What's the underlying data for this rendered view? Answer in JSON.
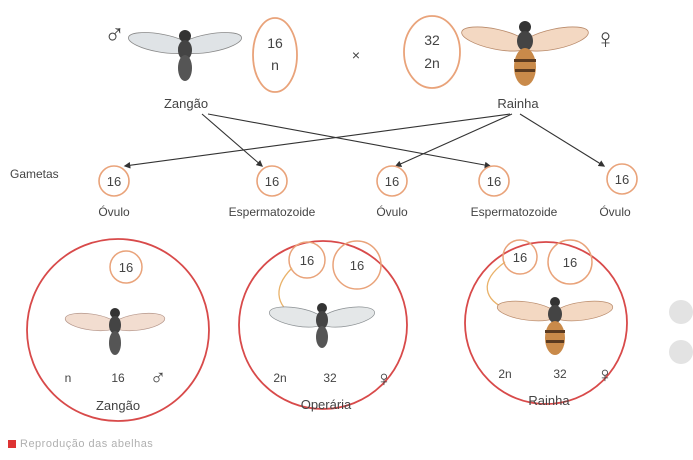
{
  "symbols": {
    "male": "♂",
    "female": "♀",
    "cross": "×"
  },
  "parents": {
    "drone": {
      "chromosomes": "16",
      "ploidy": "n",
      "label": "Zangão"
    },
    "queen": {
      "chromosomes": "32",
      "ploidy": "2n",
      "label": "Rainha"
    }
  },
  "gametes": {
    "row_label": "Gametas",
    "items": [
      {
        "chromosomes": "16",
        "label": "Óvulo"
      },
      {
        "chromosomes": "16",
        "label": "Espermatozoide"
      },
      {
        "chromosomes": "16",
        "label": "Óvulo"
      },
      {
        "chromosomes": "16",
        "label": "Espermatozoide"
      },
      {
        "chromosomes": "16",
        "label": "Óvulo"
      }
    ]
  },
  "offspring": [
    {
      "label": "Zangão",
      "ploidy": "n",
      "chromosomes": "16",
      "sex": "♂",
      "gametes": [
        "16"
      ]
    },
    {
      "label": "Operária",
      "ploidy": "2n",
      "chromosomes": "32",
      "sex": "♀",
      "gametes": [
        "16",
        "16"
      ]
    },
    {
      "label": "Rainha",
      "ploidy": "2n",
      "chromosomes": "32",
      "sex": "♀",
      "gametes": [
        "16",
        "16"
      ]
    }
  ],
  "caption": "Reprodução das abelhas",
  "colors": {
    "ring": "#e9a37a",
    "big_circle": "#d84a4a",
    "arrow": "#333333",
    "fly_body": "#444444",
    "queen_body": "#c98a4a"
  }
}
